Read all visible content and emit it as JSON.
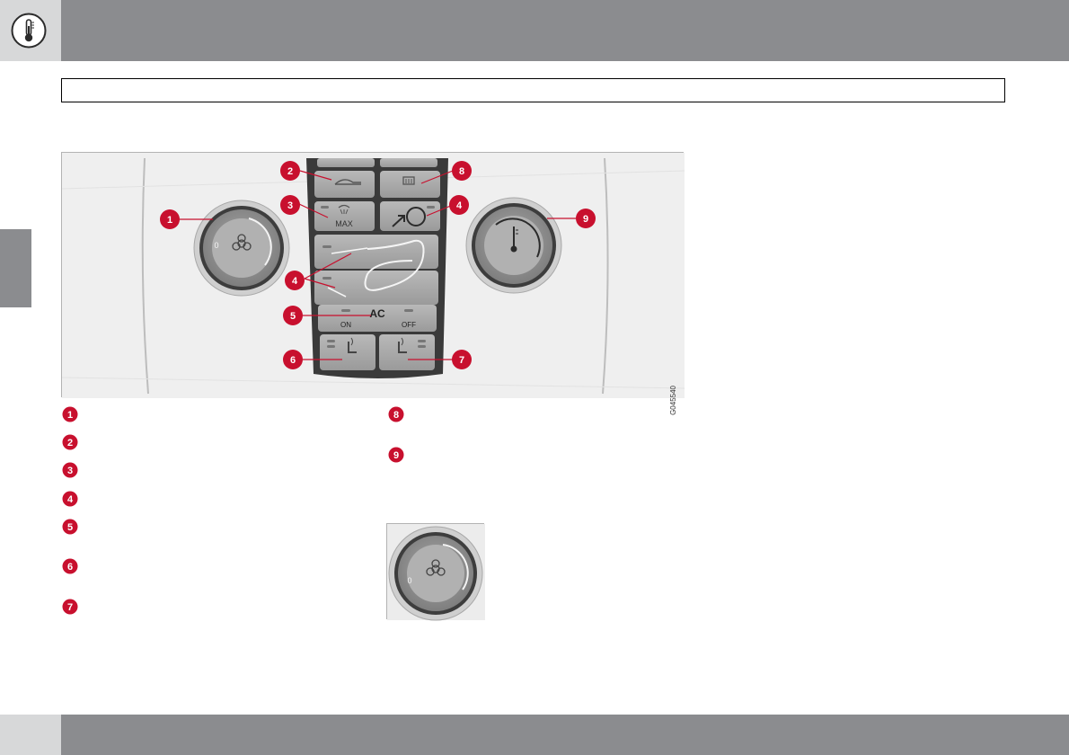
{
  "header": {
    "icon": "thermometer-icon"
  },
  "figure": {
    "code": "G045540",
    "control_labels": {
      "max": "MAX",
      "ac": "AC",
      "ac_on": "ON",
      "ac_off": "OFF",
      "fan_zero": "0"
    },
    "callouts": [
      "1",
      "2",
      "3",
      "4",
      "4",
      "5",
      "6",
      "7",
      "8",
      "9"
    ]
  },
  "legend": {
    "items": [
      "1",
      "2",
      "3",
      "4",
      "5",
      "6",
      "7",
      "8",
      "9"
    ]
  },
  "small_figure": {
    "fan_zero": "0"
  },
  "colors": {
    "accent": "#c8102e",
    "header_gray": "#8b8c8f",
    "light_gray": "#d7d8d9"
  }
}
